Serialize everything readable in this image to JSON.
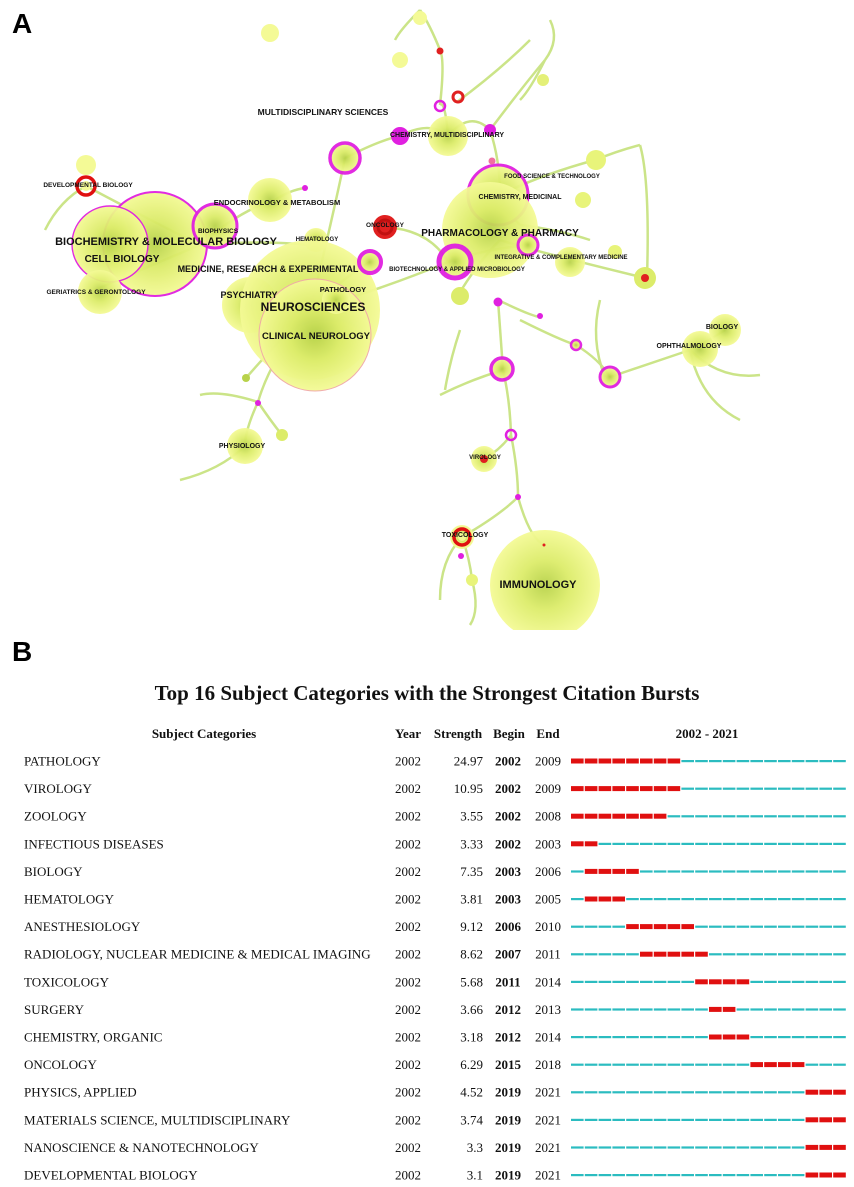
{
  "panels": {
    "a": "A",
    "b": "B"
  },
  "network": {
    "nodes": [
      {
        "label": "MULTIDISCIPLINARY SCIENCES"
      },
      {
        "label": "CHEMISTRY, MULTIDISCIPLINARY"
      },
      {
        "label": "FOOD SCIENCE & TECHNOLOGY"
      },
      {
        "label": "CHEMISTRY, MEDICINAL"
      },
      {
        "label": "DEVELOPMENTAL BIOLOGY"
      },
      {
        "label": "ENDOCRINOLOGY & METABOLISM"
      },
      {
        "label": "BIOPHYSICS"
      },
      {
        "label": "ONCOLOGY"
      },
      {
        "label": "PHARMACOLOGY & PHARMACY"
      },
      {
        "label": "BIOCHEMISTRY & MOLECULAR BIOLOGY"
      },
      {
        "label": "HEMATOLOGY"
      },
      {
        "label": "CELL BIOLOGY"
      },
      {
        "label": "MEDICINE, RESEARCH & EXPERIMENTAL"
      },
      {
        "label": "BIOTECHNOLOGY & APPLIED MICROBIOLOGY"
      },
      {
        "label": "INTEGRATIVE & COMPLEMENTARY MEDICINE"
      },
      {
        "label": "GERIATRICS & GERONTOLOGY"
      },
      {
        "label": "PSYCHIATRY"
      },
      {
        "label": "PATHOLOGY"
      },
      {
        "label": "NEUROSCIENCES"
      },
      {
        "label": "CLINICAL NEUROLOGY"
      },
      {
        "label": "BIOLOGY"
      },
      {
        "label": "OPHTHALMOLOGY"
      },
      {
        "label": "PHYSIOLOGY"
      },
      {
        "label": "VIROLOGY"
      },
      {
        "label": "TOXICOLOGY"
      },
      {
        "label": "IMMUNOLOGY"
      }
    ]
  },
  "chart_data": {
    "type": "table",
    "title": "Top 16 Subject Categories with the Strongest Citation Bursts",
    "columns": [
      "Subject Categories",
      "Year",
      "Strength",
      "Begin",
      "End",
      "2002 - 2021"
    ],
    "timeline": {
      "start": 2002,
      "end": 2021
    },
    "colors": {
      "burst": "#e01010",
      "baseline": "#2bbcc0"
    },
    "rows": [
      {
        "category": "PATHOLOGY",
        "year": "2002",
        "strength": "24.97",
        "begin": "2002",
        "end": "2009"
      },
      {
        "category": "VIROLOGY",
        "year": "2002",
        "strength": "10.95",
        "begin": "2002",
        "end": "2009"
      },
      {
        "category": "ZOOLOGY",
        "year": "2002",
        "strength": "3.55",
        "begin": "2002",
        "end": "2008"
      },
      {
        "category": "INFECTIOUS DISEASES",
        "year": "2002",
        "strength": "3.33",
        "begin": "2002",
        "end": "2003"
      },
      {
        "category": "BIOLOGY",
        "year": "2002",
        "strength": "7.35",
        "begin": "2003",
        "end": "2006"
      },
      {
        "category": "HEMATOLOGY",
        "year": "2002",
        "strength": "3.81",
        "begin": "2003",
        "end": "2005"
      },
      {
        "category": "ANESTHESIOLOGY",
        "year": "2002",
        "strength": "9.12",
        "begin": "2006",
        "end": "2010"
      },
      {
        "category": "RADIOLOGY, NUCLEAR MEDICINE & MEDICAL IMAGING",
        "year": "2002",
        "strength": "8.62",
        "begin": "2007",
        "end": "2011"
      },
      {
        "category": "TOXICOLOGY",
        "year": "2002",
        "strength": "5.68",
        "begin": "2011",
        "end": "2014"
      },
      {
        "category": "SURGERY",
        "year": "2002",
        "strength": "3.66",
        "begin": "2012",
        "end": "2013"
      },
      {
        "category": "CHEMISTRY, ORGANIC",
        "year": "2002",
        "strength": "3.18",
        "begin": "2012",
        "end": "2014"
      },
      {
        "category": "ONCOLOGY",
        "year": "2002",
        "strength": "6.29",
        "begin": "2015",
        "end": "2018"
      },
      {
        "category": "PHYSICS, APPLIED",
        "year": "2002",
        "strength": "4.52",
        "begin": "2019",
        "end": "2021"
      },
      {
        "category": "MATERIALS SCIENCE, MULTIDISCIPLINARY",
        "year": "2002",
        "strength": "3.74",
        "begin": "2019",
        "end": "2021"
      },
      {
        "category": "NANOSCIENCE & NANOTECHNOLOGY",
        "year": "2002",
        "strength": "3.3",
        "begin": "2019",
        "end": "2021"
      },
      {
        "category": "DEVELOPMENTAL BIOLOGY",
        "year": "2002",
        "strength": "3.1",
        "begin": "2019",
        "end": "2021"
      }
    ]
  }
}
